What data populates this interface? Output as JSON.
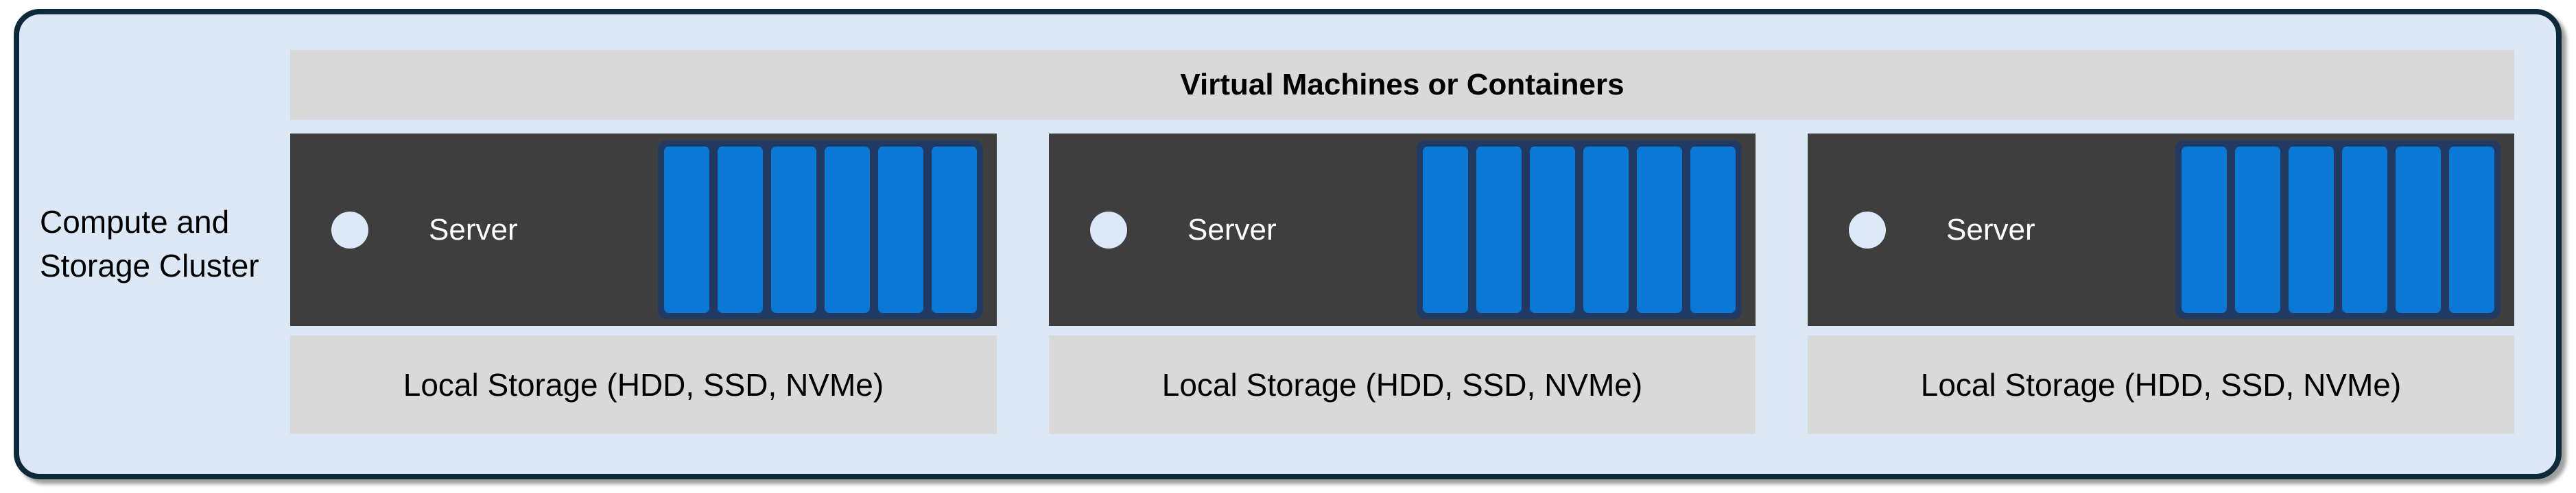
{
  "diagram": {
    "cluster_label": "Compute and Storage Cluster",
    "vm_header": "Virtual Machines or Containers",
    "servers": [
      {
        "label": "Server",
        "storage_label": "Local Storage (HDD, SSD, NVMe)",
        "disks": 6
      },
      {
        "label": "Server",
        "storage_label": "Local Storage (HDD, SSD, NVMe)",
        "disks": 6
      },
      {
        "label": "Server",
        "storage_label": "Local Storage (HDD, SSD, NVMe)",
        "disks": 6
      }
    ],
    "colors": {
      "panel_bg": "#dce8f6",
      "panel_border": "#0e2a3a",
      "bar_gray": "#d9d9d9",
      "server_dark": "#3e3e3e",
      "disk_blue": "#0a78d4",
      "disk_frame_navy": "#203a64",
      "circle_fill": "#dce9f8",
      "text_dark": "#000000",
      "text_light": "#ffffff"
    }
  }
}
